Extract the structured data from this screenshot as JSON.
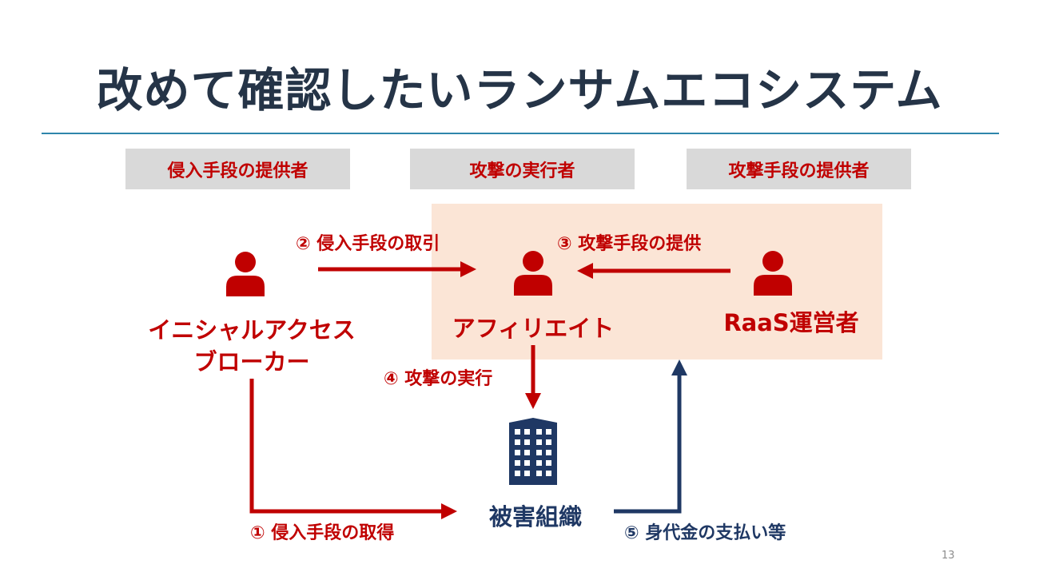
{
  "title": "改めて確認したいランサムエコシステム",
  "roles": {
    "initial_access": "侵入手段の提供者",
    "executor": "攻撃の実行者",
    "tool_provider": "攻撃手段の提供者"
  },
  "actors": {
    "broker_line1": "イニシャルアクセス",
    "broker_line2": "ブローカー",
    "affiliate": "アフィリエイト",
    "raas": "RaaS運営者",
    "victim": "被害組織"
  },
  "steps": {
    "s1": "① 侵入手段の取得",
    "s2": "② 侵入手段の取引",
    "s3": "③ 攻撃手段の提供",
    "s4": "④ 攻撃の実行",
    "s5": "⑤ 身代金の支払い等"
  },
  "page_number": "13",
  "colors": {
    "title": "#253447",
    "rule": "#2e86ab",
    "accent_red": "#c00000",
    "navy": "#1f3864",
    "highlight": "#fbe5d6",
    "role_box": "#d9d9d9"
  },
  "icons": [
    "person-icon",
    "office-building-icon"
  ]
}
